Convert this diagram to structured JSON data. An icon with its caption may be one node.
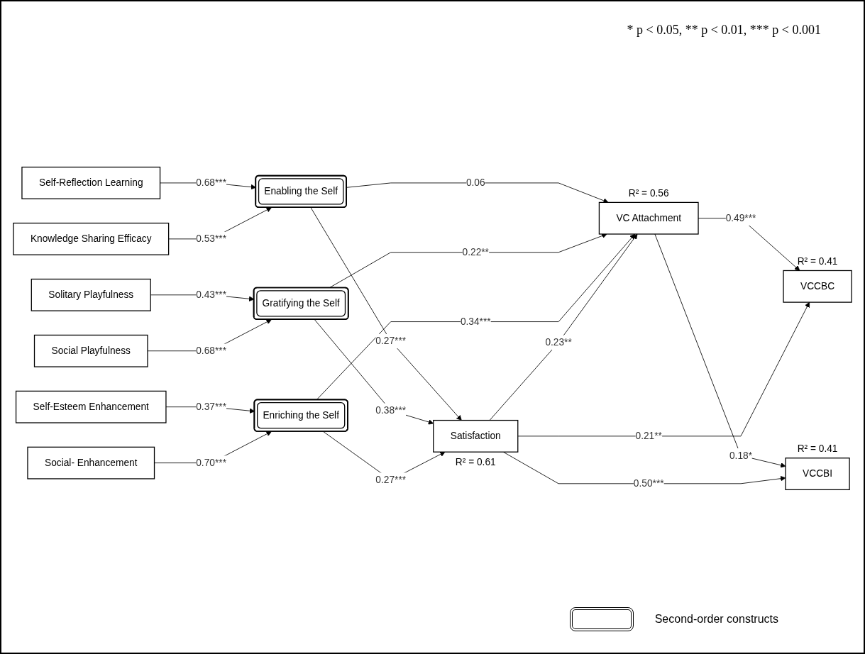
{
  "diagram": {
    "nodes": [
      {
        "text": [
          "Self-Reflection Learning"
        ]
      },
      {
        "text": [
          "Knowledge Sharing Efficacy"
        ]
      },
      {
        "text": [
          "Enabling the Self"
        ]
      },
      {
        "text": [
          "Solitary Playfulness"
        ]
      },
      {
        "text": [
          "Social Playfulness"
        ]
      },
      {
        "text": [
          "Gratifying the Self"
        ]
      },
      {
        "text": [
          "Self-Esteem Enhancement"
        ]
      },
      {
        "text": [
          "Social- Enhancement"
        ]
      },
      {
        "text": [
          "Enriching the Self"
        ]
      },
      {
        "text": [
          "VC Attachment"
        ],
        "beside": [
          "R² = 0.56"
        ]
      },
      {
        "text": [
          "Satisfaction"
        ],
        "beside": [
          "R² = 0.61"
        ]
      },
      {
        "text": [
          "VCCBC"
        ],
        "beside": [
          "R² = 0.41"
        ]
      },
      {
        "text": [
          "VCCBI"
        ],
        "beside": [
          "R² = 0.41"
        ]
      }
    ],
    "edges": [
      {
        "from": 0,
        "to": 2,
        "arrow": "to",
        "label": "0.68***"
      },
      {
        "from": 1,
        "to": 2,
        "arrow": "to",
        "label": "0.53***"
      },
      {
        "from": 3,
        "to": 5,
        "arrow": "to",
        "label": "0.43***"
      },
      {
        "from": 4,
        "to": 5,
        "arrow": "to",
        "label": "0.68***"
      },
      {
        "from": 6,
        "to": 8,
        "arrow": "to",
        "label": "0.37***"
      },
      {
        "from": 7,
        "to": 8,
        "arrow": "to",
        "label": "0.70***"
      },
      {
        "from": 2,
        "to": 9,
        "arrow": "to",
        "label": "0.06"
      },
      {
        "from": 2,
        "to": 10,
        "arrow": "to",
        "label": "0.27***"
      },
      {
        "from": 5,
        "to": 9,
        "arrow": "to",
        "label": "0.22**"
      },
      {
        "from": 5,
        "to": 10,
        "arrow": "to",
        "label": "0.38***"
      },
      {
        "from": 8,
        "to": 9,
        "arrow": "to",
        "label": "0.34***"
      },
      {
        "from": 8,
        "to": 10,
        "arrow": "to",
        "label": "0.27***"
      },
      {
        "from": 10,
        "to": 9,
        "arrow": "to",
        "label": "0.23**"
      },
      {
        "from": 9,
        "to": 11,
        "arrow": "to",
        "label": "0.49***"
      },
      {
        "from": 9,
        "to": 12,
        "arrow": "to",
        "label": "0.18*"
      },
      {
        "from": 10,
        "to": 11,
        "arrow": "to",
        "label": "0.21**"
      },
      {
        "from": 10,
        "to": 12,
        "arrow": "to",
        "label": "0.50***"
      }
    ],
    "labels": [
      "* p < 0.05, ** p < 0.01, *** p < 0.001"
    ],
    "legend": [
      {
        "text": "Second-order constructs"
      }
    ]
  }
}
